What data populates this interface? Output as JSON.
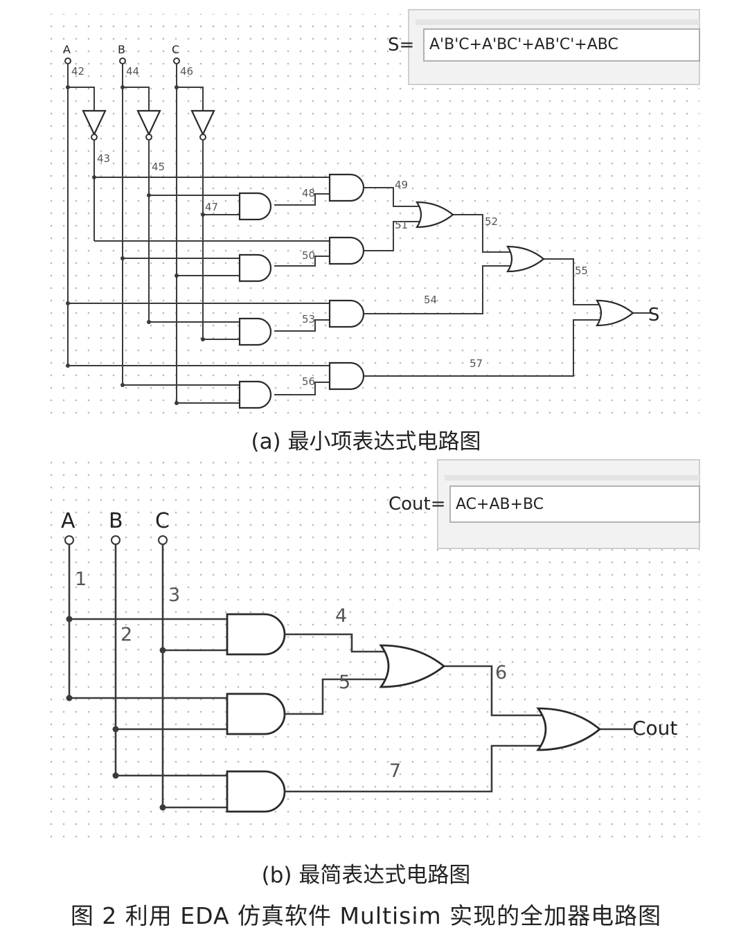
{
  "panel_a": {
    "inputs": [
      "A",
      "B",
      "C"
    ],
    "input_nodes": [
      "42",
      "44",
      "46"
    ],
    "inverter_nodes": [
      "43",
      "45"
    ],
    "internal_nodes": [
      "47",
      "48",
      "49",
      "50",
      "51",
      "52",
      "53",
      "54",
      "55",
      "56",
      "57"
    ],
    "output": "S",
    "expr_label": "S=",
    "expr_value": "A'B'C+A'BC'+AB'C'+ABC",
    "caption": "(a) 最小项表达式电路图"
  },
  "panel_b": {
    "inputs": [
      "A",
      "B",
      "C"
    ],
    "nodes": [
      "1",
      "2",
      "3",
      "4",
      "5",
      "6",
      "7"
    ],
    "output": "Cout",
    "expr_label": "Cout=",
    "expr_value": "AC+AB+BC",
    "caption": "(b) 最简表达式电路图"
  },
  "figure_caption": "图 2  利用 EDA 仿真软件 Multisim 实现的全加器电路图",
  "colors": {
    "wire": "#3a3a3a",
    "grid_dot": "#b0b0b0",
    "window_border": "#d4d4d4"
  }
}
